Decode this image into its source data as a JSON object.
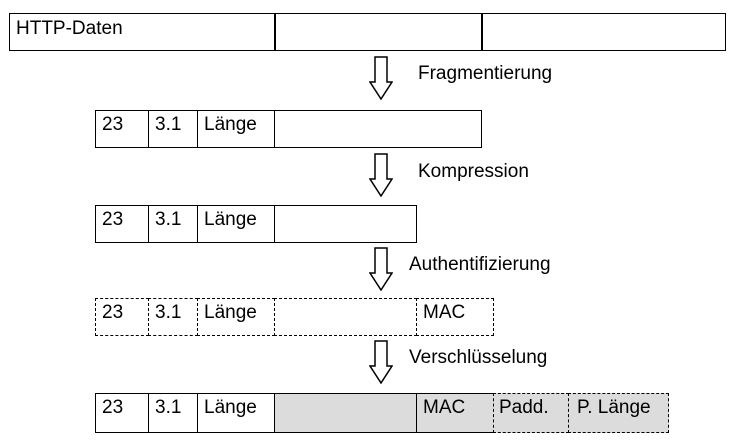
{
  "rows": {
    "http": {
      "data_label": "HTTP-Daten"
    },
    "fragment": {
      "type": "23",
      "version": "3.1",
      "length": "Länge"
    },
    "compressed": {
      "type": "23",
      "version": "3.1",
      "length": "Länge"
    },
    "authenticated": {
      "type": "23",
      "version": "3.1",
      "length": "Länge",
      "mac": "MAC"
    },
    "encrypted": {
      "type": "23",
      "version": "3.1",
      "length": "Länge",
      "mac": "MAC",
      "padding": "Padd.",
      "padding_length": "P. Länge"
    }
  },
  "steps": [
    "Fragmentierung",
    "Kompression",
    "Authentifizierung",
    "Verschlüsselung"
  ],
  "colors": {
    "encrypted_fill": "#dcdcdc",
    "line": "#000000"
  }
}
